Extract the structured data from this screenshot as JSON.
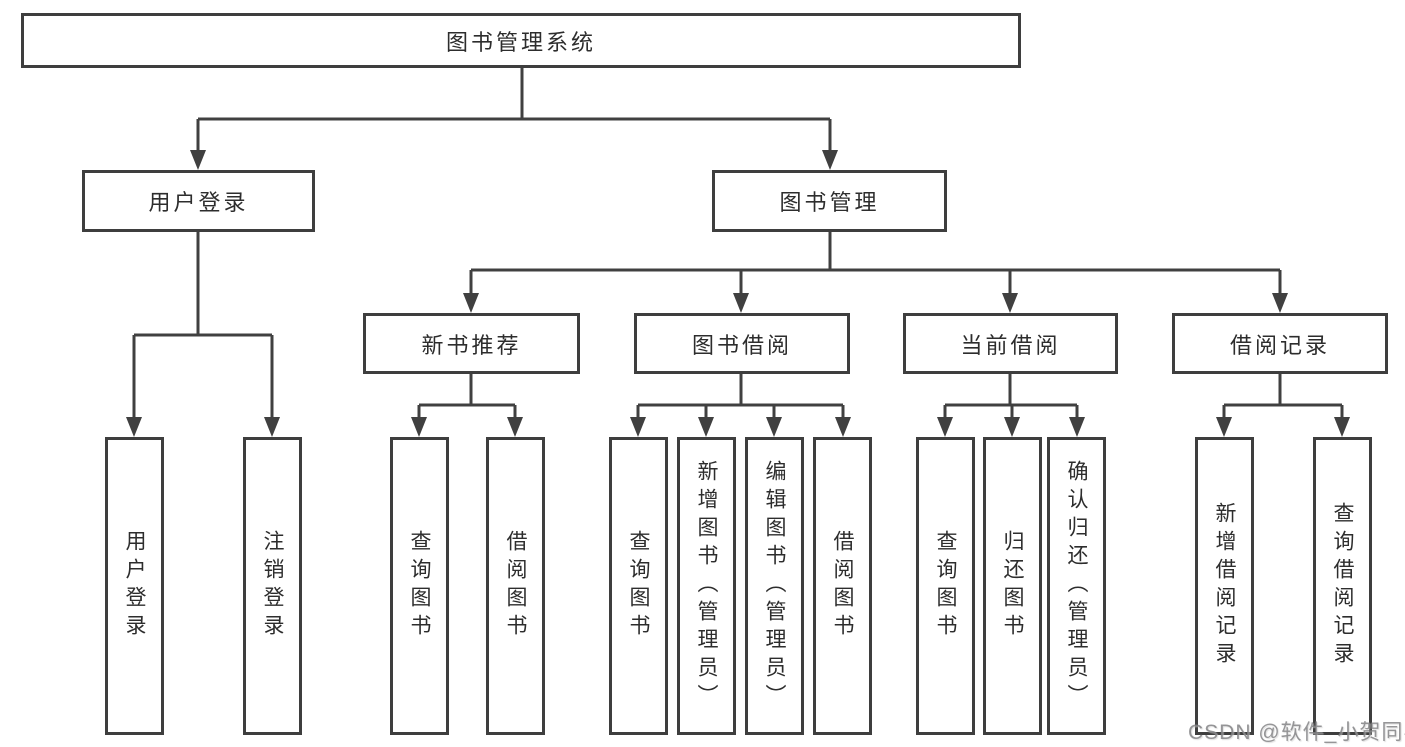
{
  "diagram_title": "图书管理系统",
  "colors": {
    "background": "#ffffff",
    "box_border": "#3e3e3e",
    "connector_line": "#404040",
    "text": "#2d2d2d",
    "watermark_text": "#808082"
  },
  "nodes": {
    "root": "图书管理系统",
    "l2": [
      "用户登录",
      "图书管理"
    ],
    "l3": [
      "新书推荐",
      "图书借阅",
      "当前借阅",
      "借阅记录"
    ],
    "leaf": [
      "用户登录",
      "注销登录",
      "查询图书",
      "借阅图书",
      "查询图书",
      "新增图书（管理员）",
      "编辑图书（管理员）",
      "借阅图书",
      "查询图书",
      "归还图书",
      "确认归还（管理员）",
      "新增借阅记录",
      "查询借阅记录"
    ]
  },
  "tree": {
    "图书管理系统": {
      "用户登录": [
        "用户登录",
        "注销登录"
      ],
      "图书管理": {
        "新书推荐": [
          "查询图书",
          "借阅图书"
        ],
        "图书借阅": [
          "查询图书",
          "新增图书（管理员）",
          "编辑图书（管理员）",
          "借阅图书"
        ],
        "当前借阅": [
          "查询图书",
          "归还图书",
          "确认归还（管理员）"
        ],
        "借阅记录": [
          "新增借阅记录",
          "查询借阅记录"
        ]
      }
    }
  },
  "watermark": "CSDN @软件_小贺同学"
}
